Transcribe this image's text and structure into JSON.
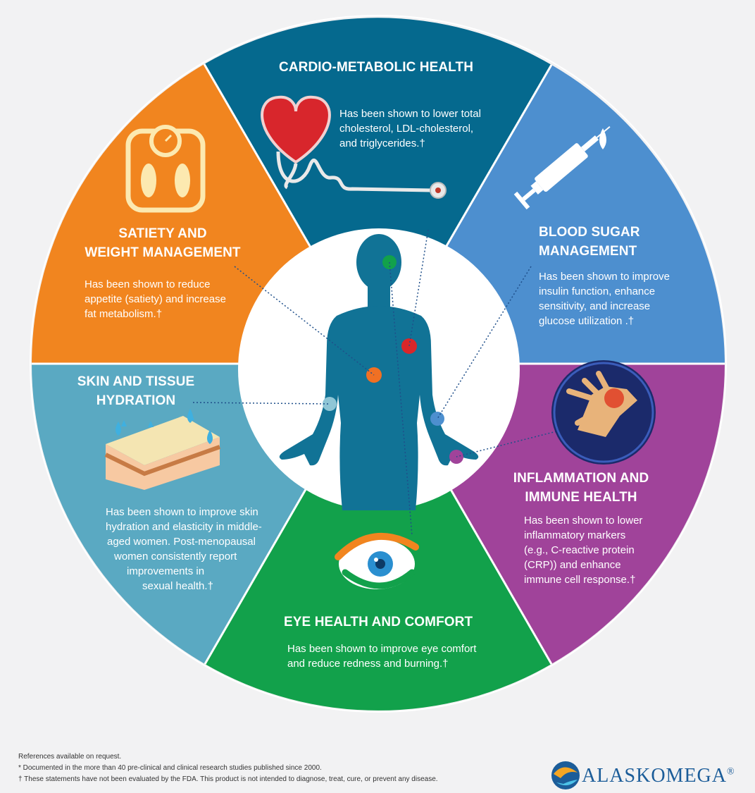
{
  "segments": {
    "cardio": {
      "title": "CARDIO-METABOLIC  HEALTH",
      "body": [
        "Has been shown to lower total",
        "cholesterol, LDL-cholesterol,",
        "and triglycerides.†"
      ],
      "color": "#05698e",
      "icon": "heart-stethoscope-icon"
    },
    "blood": {
      "title": [
        "BLOOD SUGAR",
        "MANAGEMENT"
      ],
      "body": [
        "Has been shown to improve",
        "insulin function, enhance",
        "sensitivity, and increase",
        "glucose utilization .†"
      ],
      "color": "#4d8fcf",
      "icon": "syringe-icon"
    },
    "inflam": {
      "title": [
        "INFLAMMATION AND",
        "IMMUNE HEALTH"
      ],
      "body": [
        "Has been shown to lower",
        "inflammatory markers",
        "(e.g., C-reactive protein",
        "(CRP)) and enhance",
        "immune cell response.†"
      ],
      "color": "#a0439a",
      "icon": "hand-joints-icon"
    },
    "eye": {
      "title": "EYE HEALTH AND COMFORT",
      "body": [
        "Has been shown to improve eye comfort",
        "and reduce redness and burning.†"
      ],
      "color": "#12a14b",
      "icon": "eye-icon"
    },
    "skin": {
      "title": [
        "SKIN AND TISSUE",
        "HYDRATION"
      ],
      "body": [
        "Has been shown to improve skin",
        "hydration and elasticity in middle-",
        "aged women. Post-menopausal",
        "women consistently report",
        "improvements in",
        "sexual health.†"
      ],
      "color": "#5aa9c2",
      "icon": "skin-layers-icon"
    },
    "satiety": {
      "title": [
        "SATIETY AND",
        "WEIGHT MANAGEMENT"
      ],
      "body": [
        "Has been shown to reduce",
        "appetite (satiety) and increase",
        "fat metabolism.†"
      ],
      "color": "#f1851f",
      "icon": "bathroom-scale-icon"
    }
  },
  "center": {
    "figure_color": "#117396",
    "background": "#ffffff"
  },
  "footer": [
    "References available on request.",
    "* Documented in the more than 40 pre-clinical and clinical research studies published since 2000.",
    "† These statements have not been evaluated by the FDA. This product is not intended to diagnose, treat, cure, or prevent any disease."
  ],
  "brand": {
    "name": "ALASKOMEGA",
    "registered": "®",
    "color": "#1c5d99"
  }
}
